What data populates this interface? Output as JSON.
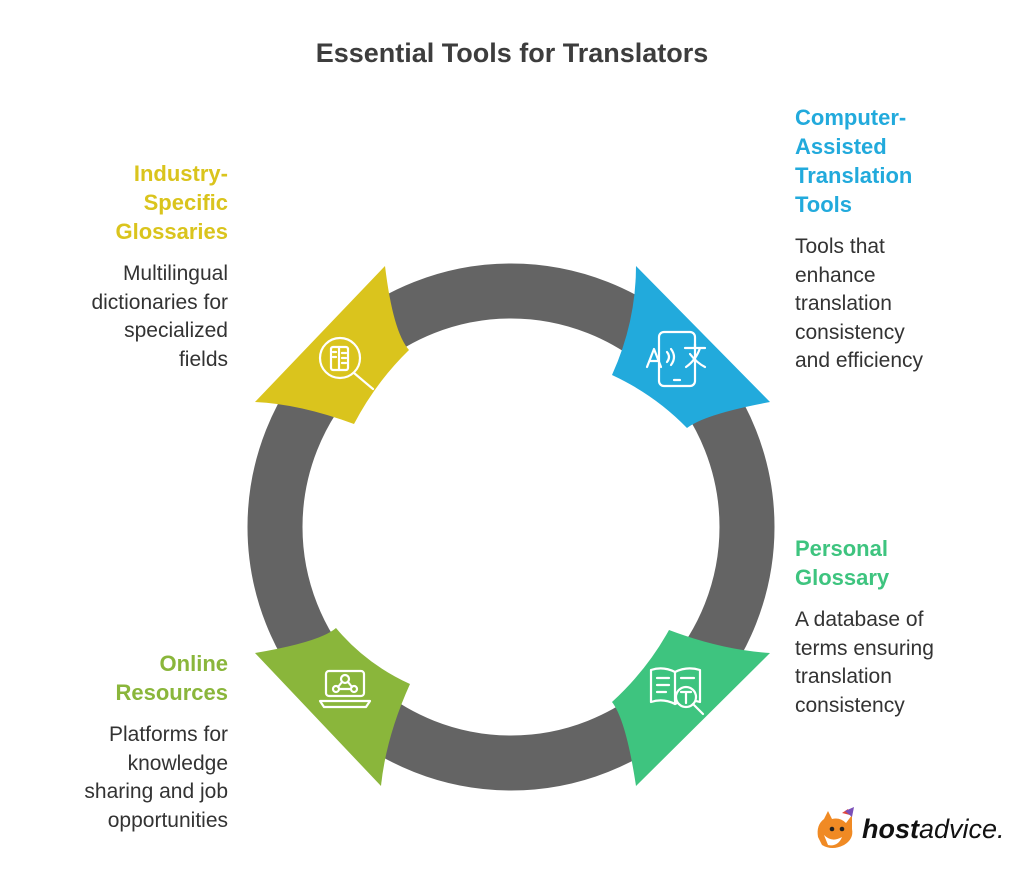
{
  "title": "Essential Tools for Translators",
  "colors": {
    "ring": "#646464",
    "blue": "#22aadc",
    "green": "#3ec47f",
    "lime": "#8ab63b",
    "yellow": "#dac41d",
    "text": "#333333"
  },
  "items": [
    {
      "key": "cat",
      "heading": "Computer-Assisted Translation Tools",
      "heading_lines": [
        "Computer-",
        "Assisted",
        "Translation",
        "Tools"
      ],
      "description_lines": [
        "Tools that",
        "enhance",
        "translation",
        "consistency",
        "and efficiency"
      ],
      "color": "#22aadc",
      "icon": "translate-phone-icon"
    },
    {
      "key": "personal",
      "heading": "Personal Glossary",
      "heading_lines": [
        "Personal",
        "Glossary"
      ],
      "description_lines": [
        "A database of",
        "terms ensuring",
        "translation",
        "consistency"
      ],
      "color": "#3ec47f",
      "icon": "book-search-icon"
    },
    {
      "key": "online",
      "heading": "Online Resources",
      "heading_lines": [
        "Online",
        "Resources"
      ],
      "description_lines": [
        "Platforms for",
        "knowledge",
        "sharing and job",
        "opportunities"
      ],
      "color": "#8ab63b",
      "icon": "laptop-network-icon"
    },
    {
      "key": "industry",
      "heading": "Industry-Specific Glossaries",
      "heading_lines": [
        "Industry-",
        "Specific",
        "Glossaries"
      ],
      "description_lines": [
        "Multilingual",
        "dictionaries for",
        "specialized",
        "fields"
      ],
      "color": "#dac41d",
      "icon": "dictionary-search-icon"
    }
  ],
  "logo": {
    "bold": "host",
    "light": "advice.",
    "icon": "fox-mascot-icon"
  }
}
